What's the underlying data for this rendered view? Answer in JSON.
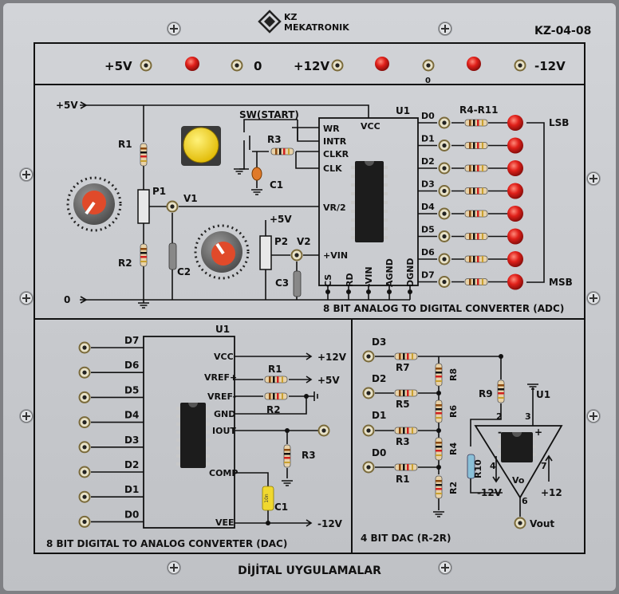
{
  "header": {
    "brand_line1": "KZ",
    "brand_line2": "MEKATRONIK",
    "model": "KZ-04-08"
  },
  "power": {
    "v5": "+5V",
    "zero_a": "0",
    "v12": "+12V",
    "zero_b": "0",
    "vm12": "-12V"
  },
  "adc": {
    "title": "8 BIT ANALOG TO DIGITAL CONVERTER (ADC)",
    "v5_in": "+5V",
    "zero_in": "0",
    "r1": "R1",
    "r2": "R2",
    "p1": "P1",
    "v1": "V1",
    "c2": "C2",
    "sw": "SW(START)",
    "r3": "R3",
    "c1": "C1",
    "p2_supply": "+5V",
    "p2": "P2",
    "v2": "V2",
    "c3": "C3",
    "u1": "U1",
    "vcc": "VCC",
    "pins_left": [
      "WR",
      "INTR",
      "CLKR",
      "CLK",
      "VR/2",
      "+VIN"
    ],
    "pins_bottom": [
      "CS",
      "RD",
      "-VIN",
      "AGND",
      "DGND"
    ],
    "data_lines": [
      "D0",
      "D1",
      "D2",
      "D3",
      "D4",
      "D5",
      "D6",
      "D7"
    ],
    "res_array": "R4-R11",
    "lsb": "LSB",
    "msb": "MSB",
    "led_color": "#e0201a"
  },
  "dac8": {
    "title": "8 BIT DIGITAL TO ANALOG CONVERTER (DAC)",
    "u1": "U1",
    "inputs": [
      "D7",
      "D6",
      "D5",
      "D4",
      "D3",
      "D2",
      "D1",
      "D0"
    ],
    "pins": [
      "VCC",
      "VREF+",
      "VREF-",
      "GND",
      "IOUT",
      "COMP",
      "VEE"
    ],
    "vcc_rail": "+12V",
    "vref_rail": "+5V",
    "vee_rail": "-12V",
    "r1": "R1",
    "r2": "R2",
    "r3": "R3",
    "c1": "C1",
    "c1_marking": "10n"
  },
  "dac4": {
    "title": "4 BIT DAC (R-2R)",
    "inputs": [
      "D3",
      "D2",
      "D1",
      "D0"
    ],
    "series_res": [
      "R7",
      "R5",
      "R3",
      "R1"
    ],
    "ladder_res": [
      "R8",
      "R6",
      "R4",
      "R2"
    ],
    "r9": "R9",
    "r10": "R10",
    "u1": "U1",
    "pin2": "2",
    "pin3": "3",
    "pin4": "4",
    "pin7": "7",
    "pin6": "6",
    "minus": "-",
    "plus": "+",
    "vo": "Vo",
    "neg_rail": "-12V",
    "pos_rail": "+12",
    "vout": "Vout"
  },
  "footer": {
    "title": "DİJİTAL UYGULAMALAR"
  }
}
